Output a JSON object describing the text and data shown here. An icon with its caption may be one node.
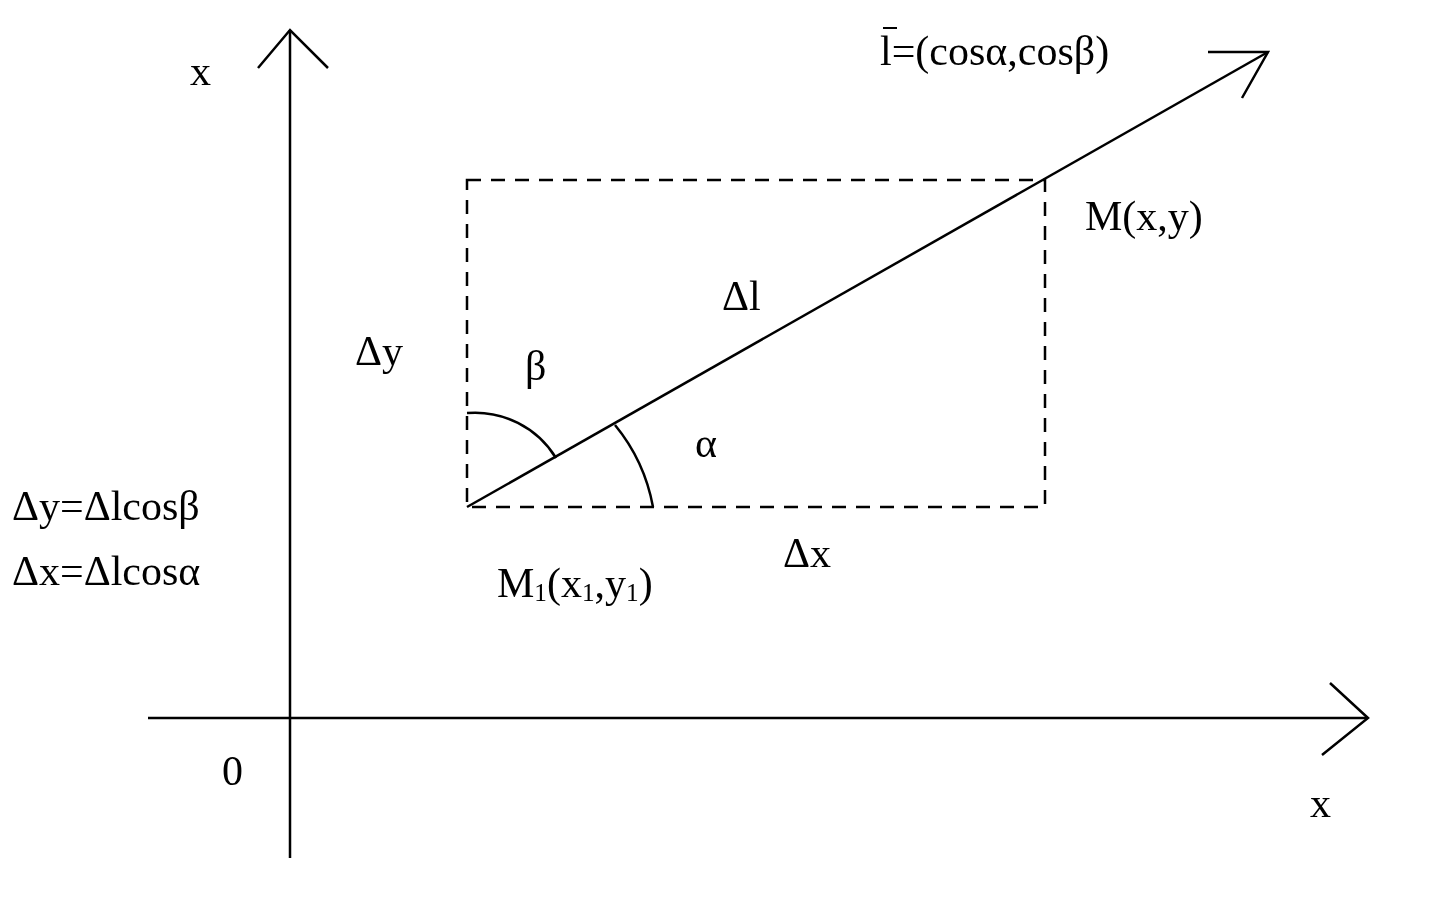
{
  "diagram": {
    "labels": [
      "x",
      "l=(cosα,cosβ)",
      "M(x,y)",
      "Δl",
      "Δy",
      "β",
      "α",
      "Δy=Δlcosβ",
      "Δx=Δlcosα",
      "Δx",
      "M$_{1}$(x$_{1}$,y$_{1}$)",
      "0",
      "x"
    ]
  }
}
